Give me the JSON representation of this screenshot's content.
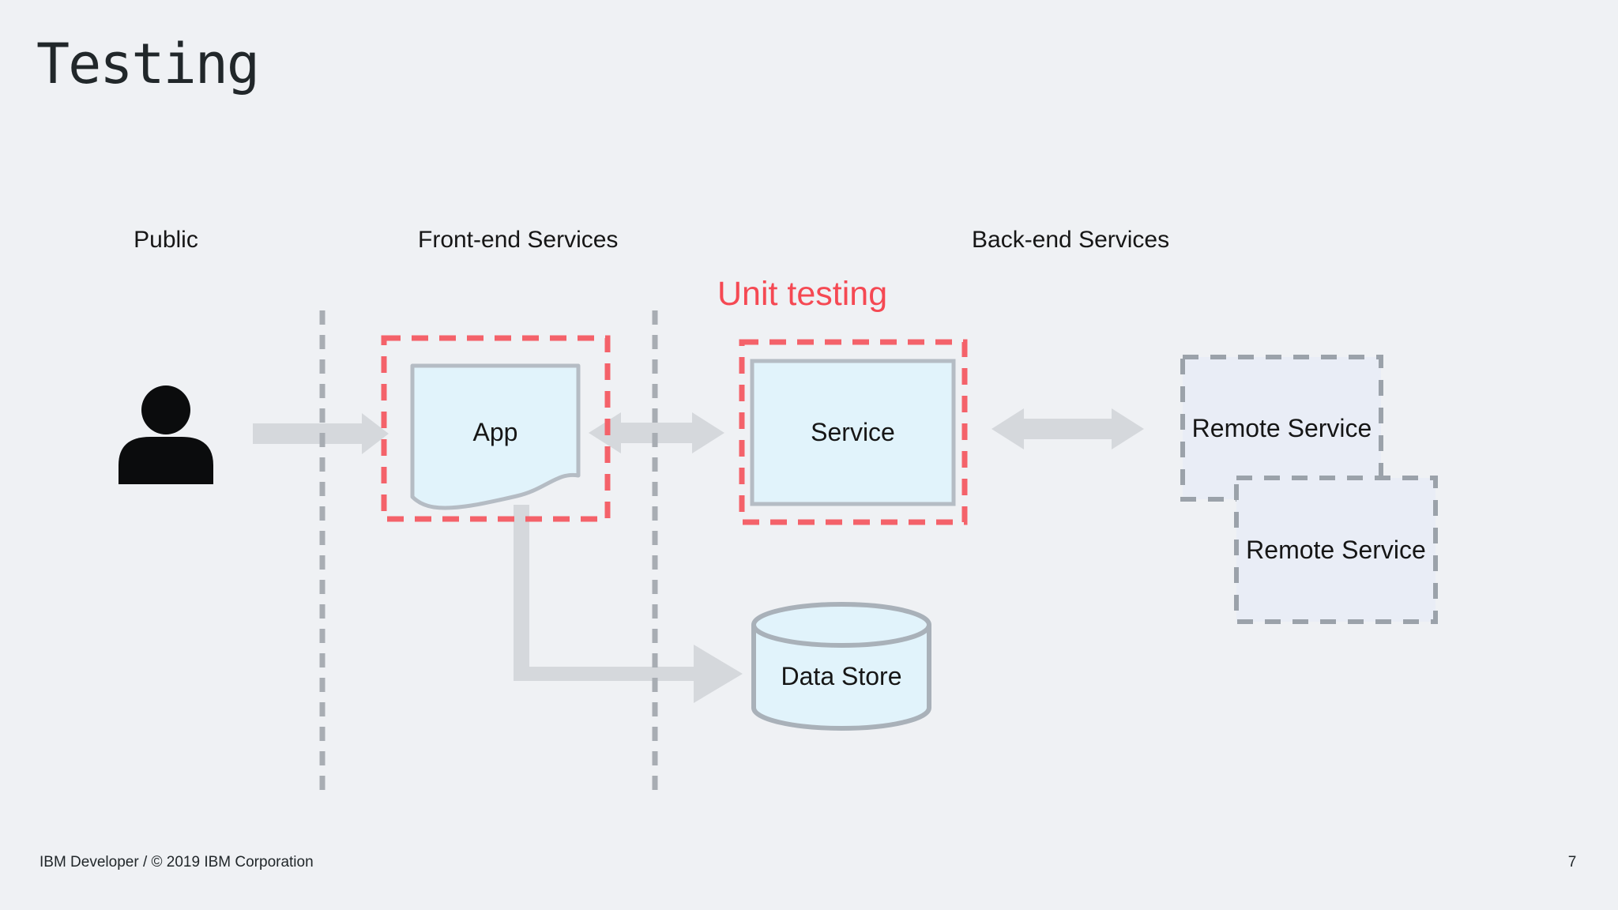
{
  "slide": {
    "title": "Testing",
    "footer": "IBM Developer / © 2019 IBM Corporation",
    "page_number": "7"
  },
  "lanes": {
    "public": "Public",
    "frontend": "Front-end Services",
    "backend": "Back-end Services"
  },
  "annotations": {
    "unit_testing": "Unit testing"
  },
  "nodes": {
    "actor_icon": "person-silhouette-icon",
    "app": "App",
    "service": "Service",
    "data_store": "Data Store",
    "remote_service_1": "Remote Service",
    "remote_service_2": "Remote Service"
  },
  "colors": {
    "background": "#eff1f4",
    "highlight_red": "#f4626a",
    "annotation_red": "#f54953",
    "node_fill_blue": "#e1f3fb",
    "node_border_gray": "#b5bcc4",
    "cylinder_border_gray": "#a9b1b9",
    "remote_fill": "#e9edf6",
    "remote_border_gray": "#9ba2aa",
    "arrow_gray": "#d5d8dc",
    "lane_divider_gray": "#a8adb3",
    "text_dark": "#161616",
    "actor_black": "#0b0c0d"
  }
}
